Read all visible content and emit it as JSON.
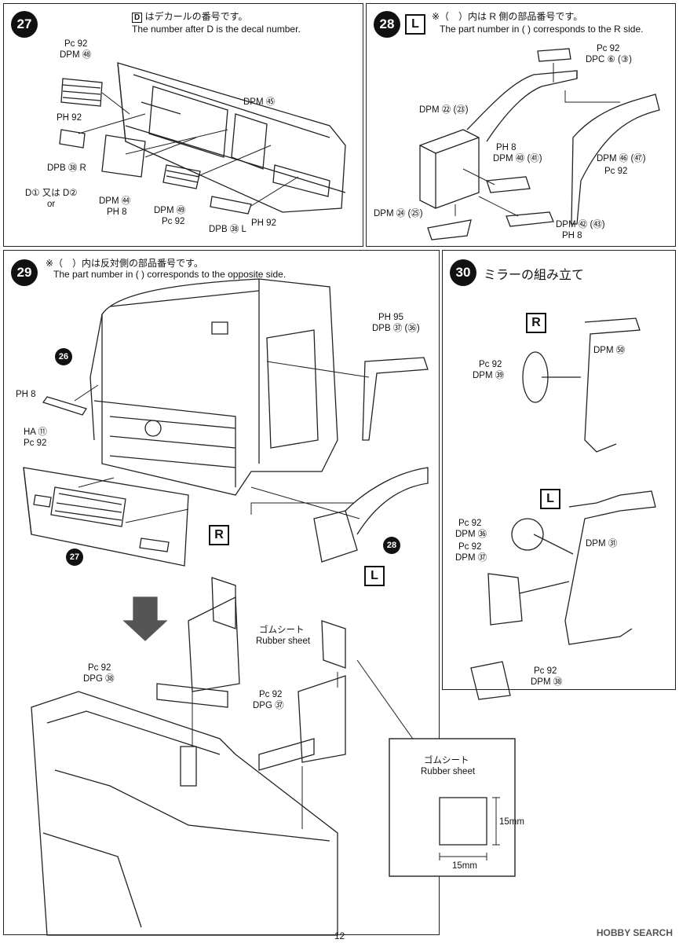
{
  "step27": {
    "num": "27",
    "note_jp": "はデカールの番号です。",
    "note_en": "The number after D is the decal number.",
    "labels": {
      "pc92_a": "Pc 92",
      "dpm48": "DPM ㊽",
      "ph92_a": "PH 92",
      "dpb38r": "DPB ㊳ R",
      "decal_or": "D① 又は D②",
      "or": "or",
      "dpm44": "DPM ㊹",
      "ph8_a": "PH 8",
      "dpm45": "DPM ㊺",
      "dpm49": "DPM ㊾",
      "pc92_b": "Pc 92",
      "dpb38l": "DPB ㊳ L",
      "ph92_b": "PH 92"
    }
  },
  "step28": {
    "num": "28",
    "side": "L",
    "note_jp": "※（　）内は R 側の部品番号です。",
    "note_en": "The part number in (  ) corresponds to the R side.",
    "labels": {
      "pc92_a": "Pc 92",
      "dpc6": "DPC ⑥ (③)",
      "dpm52": "DPM ㉒ (㉓)",
      "ph8_a": "PH 8",
      "dpm40": "DPM ㊵ (㊶)",
      "dpm46": "DPM ㊻ (㊼)",
      "pc92_b": "Pc 92",
      "dpm54": "DPM ㉔ (㉕)",
      "dpm42": "DPM ㊷ (㊸)",
      "ph8_b": "PH 8"
    }
  },
  "step29": {
    "num": "29",
    "note_jp": "※（　）内は反対側の部品番号です。",
    "note_en": "The part number in (  ) corresponds to the opposite side.",
    "labels": {
      "ph95": "PH 95",
      "dpb37": "DPB ㊲ (㊱)",
      "ref26": "26",
      "ph8": "PH 8",
      "ha11": "HA ⑪",
      "pc92": "Pc 92",
      "ref27": "27",
      "ref28": "28",
      "R": "R",
      "L": "L",
      "rubber_jp": "ゴムシート",
      "rubber_en": "Rubber sheet",
      "pc92_b": "Pc 92",
      "dpg38": "DPG ㊳",
      "pc92_c": "Pc 92",
      "dpg37": "DPG ㊲",
      "detail_jp": "ゴムシート",
      "detail_en": "Rubber sheet",
      "dim_h": "15mm",
      "dim_w": "15mm"
    }
  },
  "step30": {
    "num": "30",
    "title": "ミラーの組み立て",
    "R": "R",
    "L": "L",
    "labels": {
      "dpm50": "DPM ㊿",
      "pc92_a": "Pc 92",
      "dpm39": "DPM ㊴",
      "pc92_b": "Pc 92",
      "dpm36": "DPM ㊱",
      "pc92_c": "Pc 92",
      "dpm37": "DPM ㊲",
      "dpm51": "DPM ㉛",
      "pc92_d": "Pc 92",
      "dpm38": "DPM ㊳"
    }
  },
  "page_number": "12",
  "watermark": "HOBBY SEARCH"
}
